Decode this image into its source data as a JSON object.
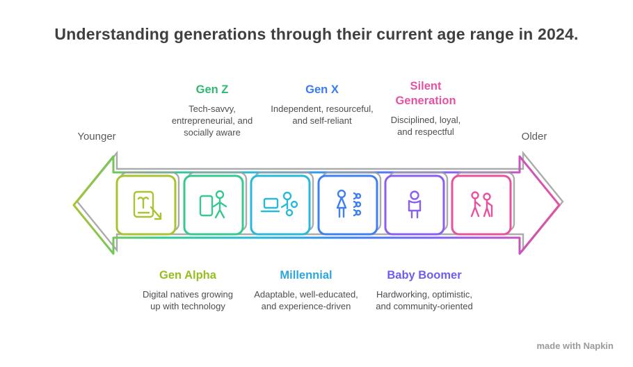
{
  "title": "Understanding generations through their current age range in 2024.",
  "axis": {
    "left_label": "Younger",
    "right_label": "Older"
  },
  "watermark": "made with Napkin",
  "timeline_order_left_to_right": [
    "Gen Alpha",
    "Gen Z",
    "Millennial",
    "Gen X",
    "Baby Boomer",
    "Silent Generation"
  ],
  "generations": [
    {
      "name": "Gen Alpha",
      "label_position": "bottom",
      "color": "#96be1e",
      "icon": "child-tablet-icon",
      "description": "Digital natives growing up with technology"
    },
    {
      "name": "Gen Z",
      "label_position": "top",
      "color": "#2eb873",
      "icon": "person-smartphone-icon",
      "description": "Tech-savvy, entrepreneurial, and socially aware"
    },
    {
      "name": "Millennial",
      "label_position": "bottom",
      "color": "#2ba7dc",
      "icon": "person-laptop-icon",
      "description": "Adaptable, well-educated, and experience-driven"
    },
    {
      "name": "Gen X",
      "label_position": "top",
      "color": "#3a7af5",
      "icon": "person-milestones-icon",
      "description": "Independent, resourceful, and self-reliant"
    },
    {
      "name": "Baby Boomer",
      "label_position": "bottom",
      "color": "#6f5cf0",
      "icon": "standing-person-icon",
      "description": "Hardworking, optimistic, and community-oriented"
    },
    {
      "name": "Silent Generation",
      "label_position": "top",
      "color": "#e353a4",
      "icon": "elderly-couple-icon",
      "description": "Disciplined, loyal, and respectful"
    }
  ],
  "arrow": {
    "direction": "double-headed",
    "gradient_colors": [
      "#a9c431",
      "#35c98f",
      "#29b9d8",
      "#3f80f0",
      "#8a5ff0",
      "#e8519e"
    ],
    "shadow_color": "#9c9c9c"
  }
}
